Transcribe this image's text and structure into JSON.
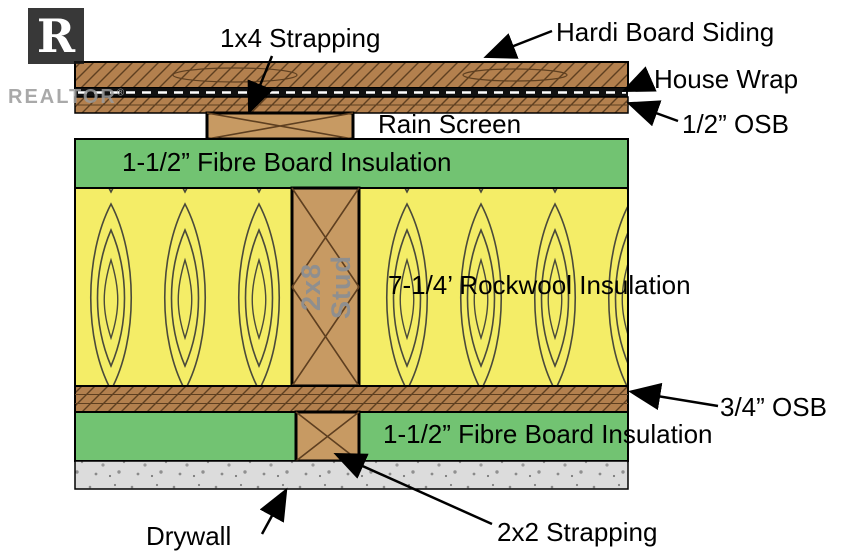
{
  "logo": {
    "letter": "R",
    "name": "REALTOR",
    "reg": "®"
  },
  "labels": {
    "strapping_1x4": "1x4 Strapping",
    "hardi_board_siding": "Hardi Board Siding",
    "house_wrap": "House Wrap",
    "rain_screen": "Rain Screen",
    "osb_half_inch": "1/2” OSB",
    "fibre_board_top": "1-1/2” Fibre Board Insulation",
    "rockwool": "7-1/4’ Rockwool Insulation",
    "stud_line1": "2x8",
    "stud_line2": "Stud",
    "osb_three_quarter_inch": "3/4” OSB",
    "fibre_board_bottom": "1-1/2” Fibre Board Insulation",
    "strapping_2x2": "2x2 Strapping",
    "drywall": "Drywall"
  },
  "colors": {
    "wood_fill": "#b3804e",
    "wood_hatch": "#5e3f20",
    "stud_fill": "#c79a63",
    "fibre_board_green": "#72c372",
    "rockwool_yellow": "#f4ed67",
    "drywall_gray": "#dcdcdc",
    "house_wrap_black": "#111111",
    "outline": "#000000"
  }
}
